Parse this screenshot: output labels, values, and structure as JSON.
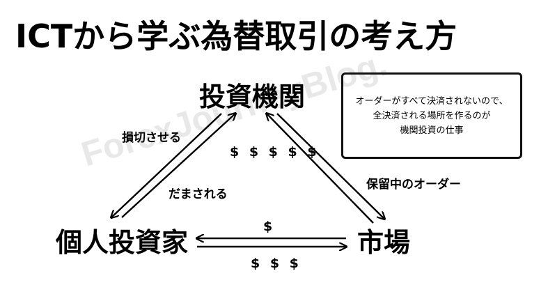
{
  "title": "ICTから学ぶ為替取引の考え方",
  "nodes": {
    "institution": "投資機関",
    "individual": "個人投資家",
    "market": "市場"
  },
  "labels": {
    "songiri": "損切させる",
    "damasareru": "だまされる",
    "horyu": "保留中のオーダー"
  },
  "money": {
    "inst_to_individual": "$ $ $ $ $",
    "to_individual": "$",
    "to_market": "$ $ $"
  },
  "note": {
    "line1": "オーダーがすべて決済されないので、",
    "line2": "全決済される場所を作るのが",
    "line3": "機関投資の仕事"
  },
  "watermark": "ForexJourneyBlog.",
  "colors": {
    "text": "#000000",
    "background": "#ffffff",
    "watermark": "#969696"
  },
  "icons": [
    "arrow-up-right",
    "arrow-down-left",
    "arrow-down-right",
    "arrow-up-left",
    "arrow-left",
    "arrow-right"
  ]
}
